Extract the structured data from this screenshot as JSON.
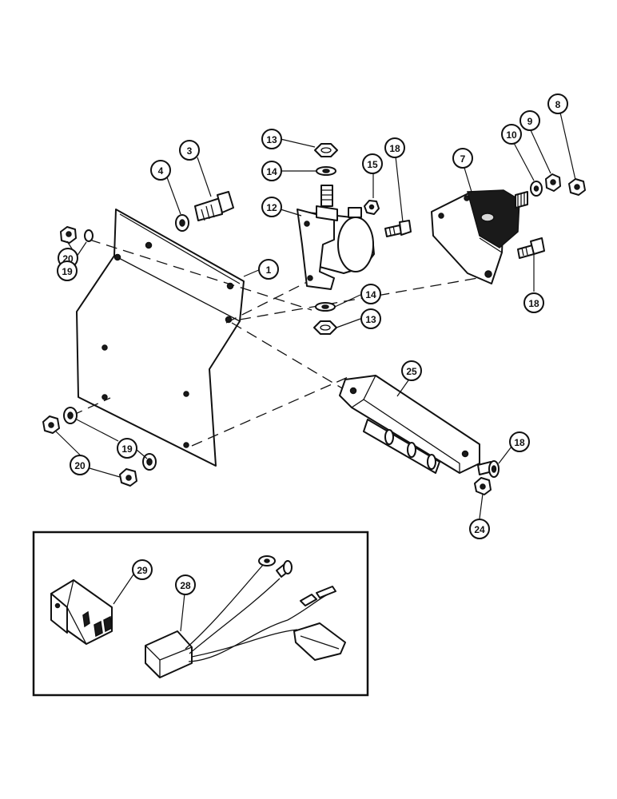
{
  "callouts": {
    "c3": "3",
    "c4": "4",
    "c20a": "20",
    "c19a": "19",
    "c1": "1",
    "c13a": "13",
    "c14a": "14",
    "c12": "12",
    "c15": "15",
    "c18a": "18",
    "c7": "7",
    "c10": "10",
    "c9": "9",
    "c8": "8",
    "c18b": "18",
    "c14b": "14",
    "c13b": "13",
    "c25": "25",
    "c18c": "18",
    "c24": "24",
    "c19b": "19",
    "c20b": "20",
    "c29": "29",
    "c28": "28"
  }
}
